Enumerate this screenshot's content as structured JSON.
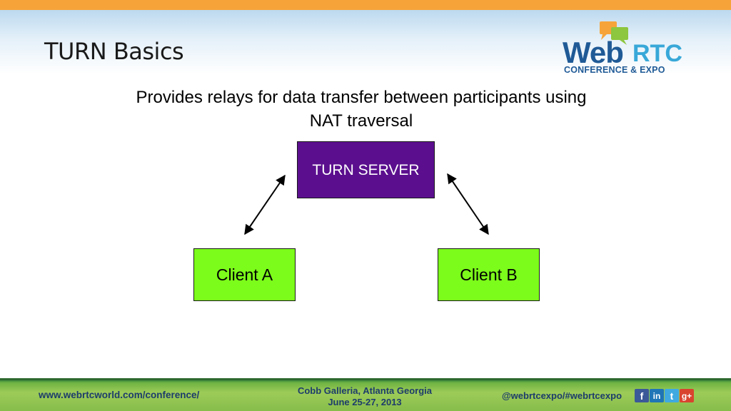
{
  "slide": {
    "title": "TURN Basics",
    "subtitle_line1": "Provides relays for data transfer between participants using",
    "subtitle_line2": "NAT traversal"
  },
  "logo": {
    "word1": "Web",
    "word2": "RTC",
    "tagline": "CONFERENCE & EXPO"
  },
  "diagram": {
    "nodes": {
      "server": "TURN SERVER",
      "client_a": "Client A",
      "client_b": "Client B"
    },
    "colors": {
      "server_fill": "#5b0f8e",
      "client_fill": "#7cfc1a"
    }
  },
  "footer": {
    "url": "www.webrtcworld.com/conference/",
    "venue": "Cobb Galleria, Atlanta Georgia",
    "dates": "June 25-27, 2013",
    "handle": "@webrtcexpo/#webrtcexpo",
    "social_icons": [
      "facebook-icon",
      "linkedin-icon",
      "twitter-icon",
      "google-plus-icon"
    ]
  }
}
